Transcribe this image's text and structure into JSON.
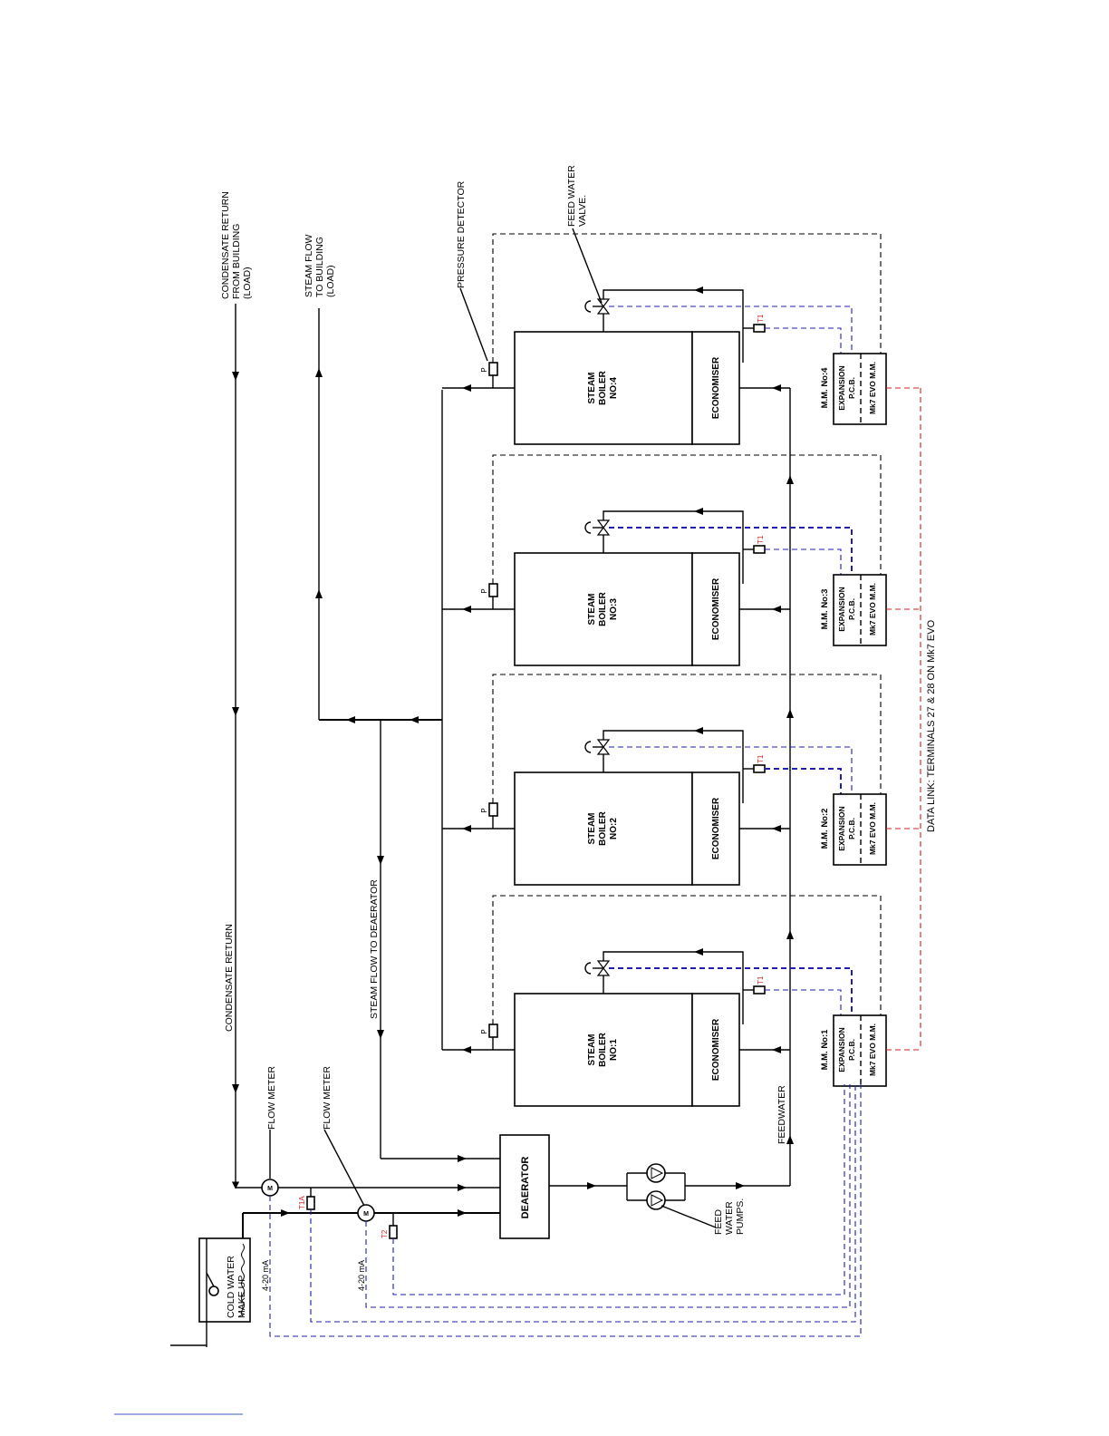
{
  "labels": {
    "condensate_return_from_building": [
      "CONDENSATE RETURN",
      "FROM BUILDING",
      "(LOAD)"
    ],
    "steam_flow_to_building": [
      "STEAM FLOW",
      "TO BUILDING",
      "(LOAD)"
    ],
    "pressure_detector": "PRESSURE DETECTOR",
    "feed_water_valve": [
      "FEED WATER",
      "VALVE."
    ],
    "condensate_return": "CONDENSATE RETURN",
    "steam_flow_to_deaerator": "STEAM FLOW TO DEAERATOR",
    "flow_meter": "FLOW METER",
    "deaerator": "DEAERATOR",
    "feedwater": "FEEDWATER",
    "feed_water_pumps": [
      "FEED",
      "WATER",
      "PUMPS."
    ],
    "cold_water_make_up": [
      "COLD WATER",
      "MAKE UP"
    ],
    "signal_4_20": "4-20 mA",
    "data_link": "DATA LINK:  TERMINALS 27 & 28 ON Mk7 EVO",
    "pressure_tag": "P",
    "meter_tag": "M",
    "sensor_t1": "T1",
    "sensor_t1a": "T1A",
    "sensor_t2": "T2"
  },
  "boilers": [
    {
      "name": [
        "STEAM",
        "BOILER",
        "NO:1"
      ],
      "economiser": "ECONOMISER",
      "mm_title": "M.M. No:1",
      "expansion": [
        "EXPANSION",
        "P.C.B."
      ],
      "module": "Mk7 EVO M.M."
    },
    {
      "name": [
        "STEAM",
        "BOILER",
        "NO:2"
      ],
      "economiser": "ECONOMISER",
      "mm_title": "M.M. No:2",
      "expansion": [
        "EXPANSION",
        "P.C.B."
      ],
      "module": "Mk7 EVO M.M."
    },
    {
      "name": [
        "STEAM",
        "BOILER",
        "NO:3"
      ],
      "economiser": "ECONOMISER",
      "mm_title": "M.M. No:3",
      "expansion": [
        "EXPANSION",
        "P.C.B."
      ],
      "module": "Mk7 EVO M.M."
    },
    {
      "name": [
        "STEAM",
        "BOILER",
        "NO:4"
      ],
      "economiser": "ECONOMISER",
      "mm_title": "M.M. No:4",
      "expansion": [
        "EXPANSION",
        "P.C.B."
      ],
      "module": "Mk7 EVO M.M."
    }
  ],
  "colors": {
    "line": "#000000",
    "signal": "#1f1fb0",
    "data_link": "#d02020"
  }
}
